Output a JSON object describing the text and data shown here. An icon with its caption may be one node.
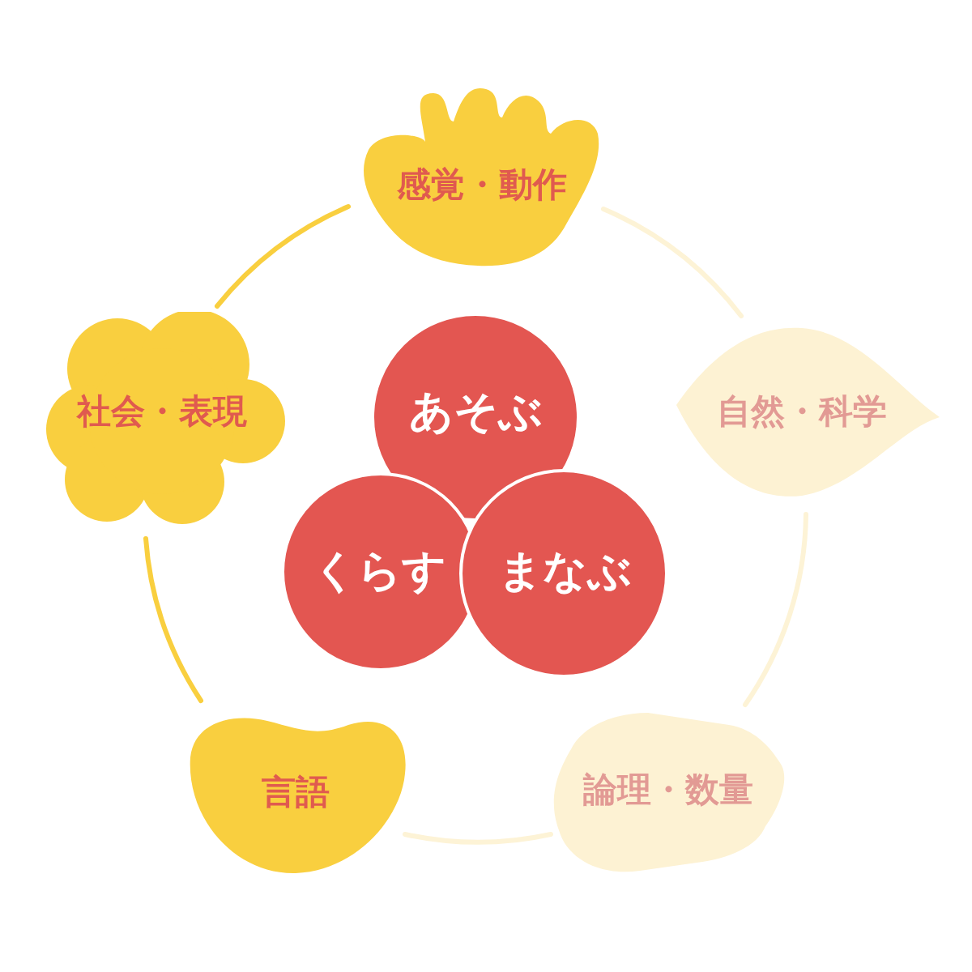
{
  "diagram": {
    "nodes": [
      {
        "text": [
          "感覚・動作"
        ]
      },
      {
        "text": [
          "社会・表現"
        ]
      },
      {
        "text": [
          "自然・科学"
        ]
      },
      {
        "text": [
          "あそぶ"
        ]
      },
      {
        "text": [
          "くらす"
        ]
      },
      {
        "text": [
          "まなぶ"
        ]
      },
      {
        "text": [
          "言語"
        ]
      },
      {
        "text": [
          "論理・数量"
        ]
      }
    ],
    "edges": [
      {
        "from": 0,
        "to": 2,
        "arrow": "none",
        "color": "#fdf3d6"
      },
      {
        "from": 2,
        "to": 7,
        "arrow": "none",
        "color": "#fdf3d6"
      },
      {
        "from": 7,
        "to": 6,
        "arrow": "none",
        "color": "#fdf3d6"
      },
      {
        "from": 6,
        "to": 1,
        "arrow": "none",
        "color": "#f9cf3f"
      },
      {
        "from": 1,
        "to": 0,
        "arrow": "none",
        "color": "#f9cf3f"
      }
    ]
  }
}
